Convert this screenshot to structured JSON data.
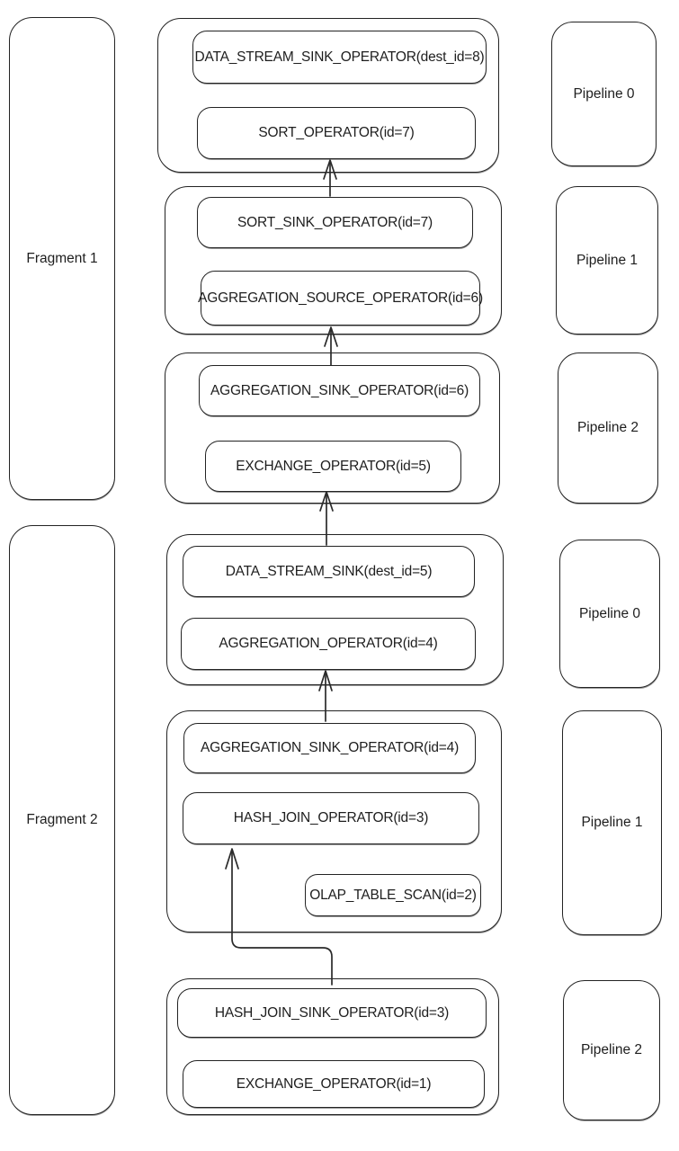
{
  "diagram": {
    "colors": {
      "stroke": "#232323",
      "background": "#ffffff",
      "text": "#1e1e1e"
    },
    "fragments": [
      {
        "label": "Fragment 1"
      },
      {
        "label": "Fragment 2"
      }
    ],
    "groups": [
      {
        "fragment": "Fragment 1",
        "pipeline": "Pipeline 0",
        "operators": [
          "DATA_STREAM_SINK_OPERATOR(dest_id=8)",
          "SORT_OPERATOR(id=7)"
        ]
      },
      {
        "fragment": "Fragment 1",
        "pipeline": "Pipeline 1",
        "operators": [
          "SORT_SINK_OPERATOR(id=7)",
          "AGGREGATION_SOURCE_OPERATOR(id=6)"
        ]
      },
      {
        "fragment": "Fragment 1",
        "pipeline": "Pipeline 2",
        "operators": [
          "AGGREGATION_SINK_OPERATOR(id=6)",
          "EXCHANGE_OPERATOR(id=5)"
        ]
      },
      {
        "fragment": "Fragment 2",
        "pipeline": "Pipeline 0",
        "operators": [
          "DATA_STREAM_SINK(dest_id=5)",
          "AGGREGATION_OPERATOR(id=4)"
        ]
      },
      {
        "fragment": "Fragment 2",
        "pipeline": "Pipeline 1",
        "operators": [
          "AGGREGATION_SINK_OPERATOR(id=4)",
          "HASH_JOIN_OPERATOR(id=3)",
          "OLAP_TABLE_SCAN(id=2)"
        ]
      },
      {
        "fragment": "Fragment 2",
        "pipeline": "Pipeline 2",
        "operators": [
          "HASH_JOIN_SINK_OPERATOR(id=3)",
          "EXCHANGE_OPERATOR(id=1)"
        ]
      }
    ],
    "edges": [
      {
        "from": "SORT_SINK_OPERATOR(id=7)",
        "to": "SORT_OPERATOR(id=7)"
      },
      {
        "from": "AGGREGATION_SINK_OPERATOR(id=6)",
        "to": "AGGREGATION_SOURCE_OPERATOR(id=6)"
      },
      {
        "from": "DATA_STREAM_SINK(dest_id=5)",
        "to": "EXCHANGE_OPERATOR(id=5)"
      },
      {
        "from": "AGGREGATION_SINK_OPERATOR(id=4)",
        "to": "AGGREGATION_OPERATOR(id=4)"
      },
      {
        "from": "HASH_JOIN_SINK_OPERATOR(id=3)",
        "to": "HASH_JOIN_OPERATOR(id=3)"
      }
    ]
  }
}
